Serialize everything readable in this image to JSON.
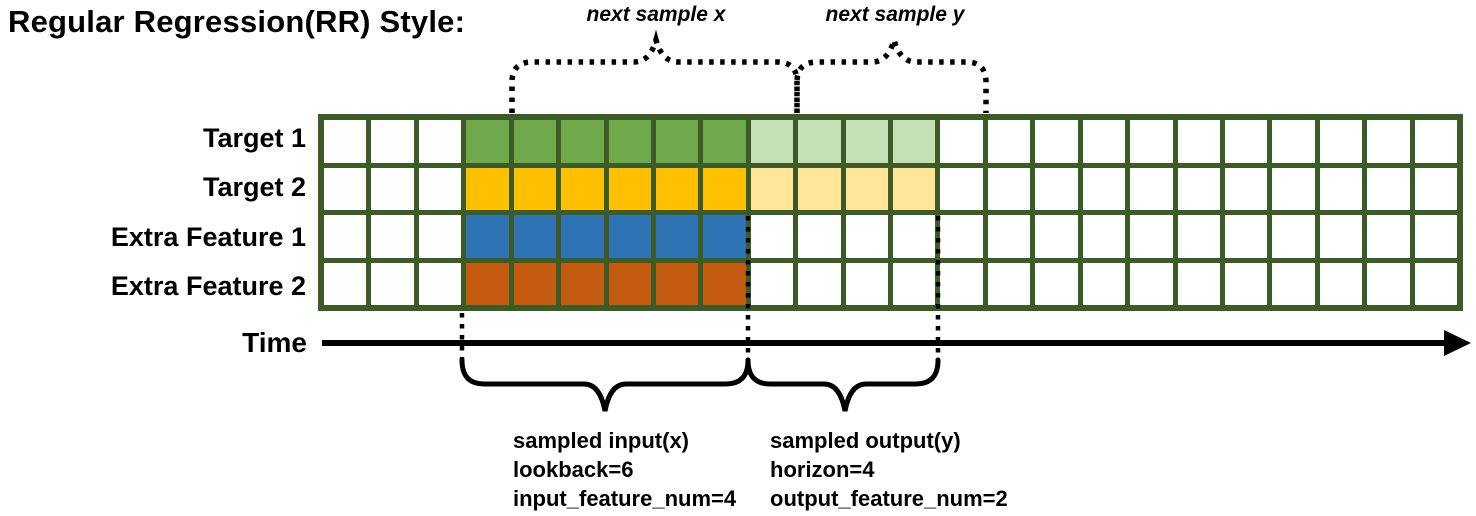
{
  "title": "Regular Regression(RR) Style:",
  "top_annotations": {
    "next_sample_x": "next sample x",
    "next_sample_y": "next sample y"
  },
  "grid": {
    "columns": 24,
    "border_color": "#3C5B26",
    "rows": [
      {
        "label": "Target 1",
        "solid_color": "#6FA94B",
        "light_color": "#C5E0B4",
        "empty_before": 3,
        "solid_count": 6,
        "light_count": 4
      },
      {
        "label": "Target 2",
        "solid_color": "#FFC000",
        "light_color": "#FFE699",
        "empty_before": 3,
        "solid_count": 6,
        "light_count": 4
      },
      {
        "label": "Extra Feature 1",
        "solid_color": "#2E74B5",
        "light_color": null,
        "empty_before": 3,
        "solid_count": 6,
        "light_count": 0
      },
      {
        "label": "Extra Feature 2",
        "solid_color": "#C55A11",
        "light_color": null,
        "empty_before": 3,
        "solid_count": 6,
        "light_count": 0
      }
    ]
  },
  "time_axis": {
    "label": "Time"
  },
  "bottom_annotations": {
    "input": {
      "lines": [
        "sampled input(x)",
        "lookback=6",
        "input_feature_num=4"
      ]
    },
    "output": {
      "lines": [
        "sampled output(y)",
        "horizon=4",
        "output_feature_num=2"
      ]
    }
  },
  "colors": {
    "line_black": "#000000",
    "grid_border": "#3C5B26"
  }
}
